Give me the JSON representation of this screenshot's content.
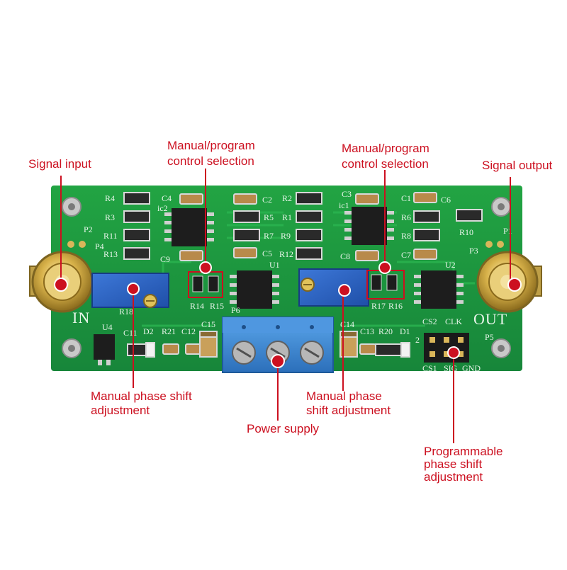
{
  "callouts": {
    "signal_input": "Signal input",
    "signal_output": "Signal output",
    "control_left_1": "Manual/program",
    "control_left_2": "control selection",
    "control_right_1": "Manual/program",
    "control_right_2": "control selection",
    "phase_left_1": "Manual phase shift",
    "phase_left_2": "adjustment",
    "phase_mid_1": "Manual phase",
    "phase_mid_2": "shift adjustment",
    "power": "Power supply",
    "prog_1": "Programmable",
    "prog_2": "phase shift",
    "prog_3": "adjustment"
  },
  "board": {
    "in_label": "IN",
    "out_label": "OUT",
    "labels": {
      "r4": "R4",
      "r3": "R3",
      "r11": "R11",
      "r13": "R13",
      "c4": "C4",
      "ic2": "ic2",
      "c9": "C9",
      "c2": "C2",
      "r5": "R5",
      "r7": "R7",
      "c5": "C5",
      "r2": "R2",
      "r1": "R1",
      "r9": "R9",
      "r12": "R12",
      "c3": "C3",
      "ic1": "ic1",
      "c8": "C8",
      "c1": "C1",
      "c6": "C6",
      "r6": "R6",
      "r8": "R8",
      "r10": "R10",
      "c7": "C7",
      "p1": "P1",
      "p2": "P2",
      "p3": "P3",
      "p4": "P4",
      "u1": "U1",
      "u2": "U2",
      "u4": "U4",
      "r14": "R14",
      "r15": "R15",
      "r17": "R17",
      "r16": "R16",
      "r18": "R18",
      "p6": "P6",
      "c11": "C11",
      "d2": "D2",
      "r21": "R21",
      "c12": "C12",
      "c15": "C15",
      "c14": "C14",
      "c13": "C13",
      "r20": "R20",
      "d1": "D1",
      "cs2": "CS2",
      "clk": "CLK",
      "p5": "P5",
      "num2": "2",
      "cs1": "CS1",
      "sig": "SIG",
      "gnd": "GND"
    }
  },
  "colors": {
    "callout": "#cc1020",
    "pcb": "#1f9a3c",
    "pot": "#2b5fc4",
    "terminal": "#3a86d0",
    "sma": "#d4b04a"
  }
}
